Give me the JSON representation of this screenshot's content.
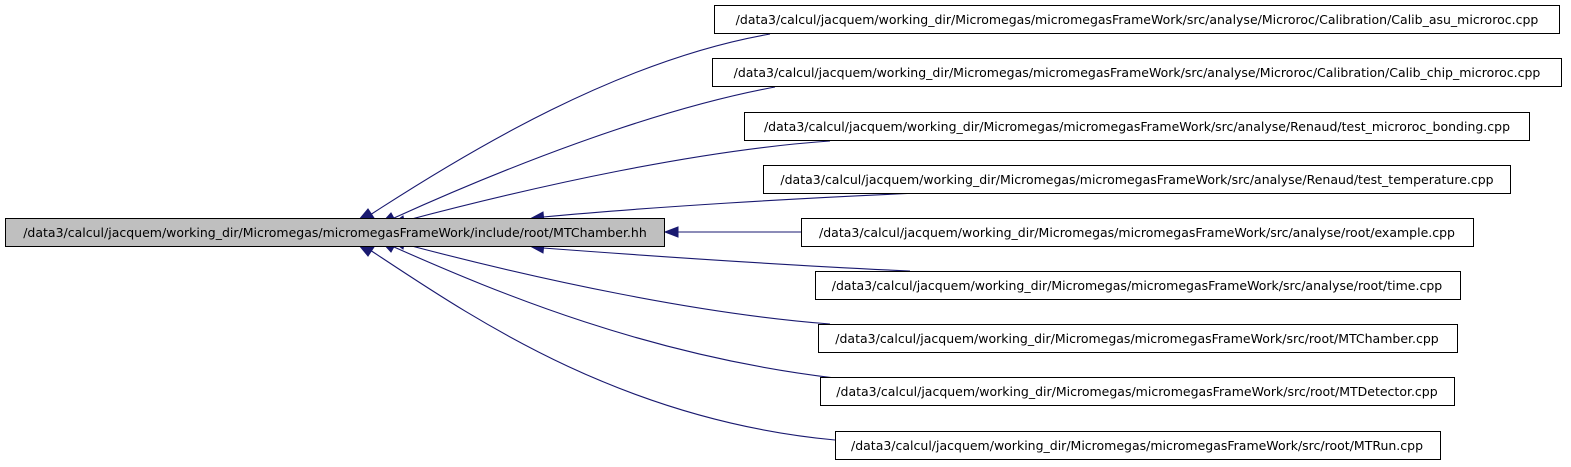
{
  "graph": {
    "root": {
      "label": "/data3/calcul/jacquem/working_dir/Micromegas/micromegasFrameWork/include/root/MTChamber.hh",
      "fill": "#bfbfbf"
    },
    "nodes": [
      {
        "label": "/data3/calcul/jacquem/working_dir/Micromegas/micromegasFrameWork/src/analyse/Microroc/Calibration/Calib_asu_microroc.cpp"
      },
      {
        "label": "/data3/calcul/jacquem/working_dir/Micromegas/micromegasFrameWork/src/analyse/Microroc/Calibration/Calib_chip_microroc.cpp"
      },
      {
        "label": "/data3/calcul/jacquem/working_dir/Micromegas/micromegasFrameWork/src/analyse/Renaud/test_microroc_bonding.cpp"
      },
      {
        "label": "/data3/calcul/jacquem/working_dir/Micromegas/micromegasFrameWork/src/analyse/Renaud/test_temperature.cpp"
      },
      {
        "label": "/data3/calcul/jacquem/working_dir/Micromegas/micromegasFrameWork/src/analyse/root/example.cpp"
      },
      {
        "label": "/data3/calcul/jacquem/working_dir/Micromegas/micromegasFrameWork/src/analyse/root/time.cpp"
      },
      {
        "label": "/data3/calcul/jacquem/working_dir/Micromegas/micromegasFrameWork/src/root/MTChamber.cpp"
      },
      {
        "label": "/data3/calcul/jacquem/working_dir/Micromegas/micromegasFrameWork/src/root/MTDetector.cpp"
      },
      {
        "label": "/data3/calcul/jacquem/working_dir/Micromegas/micromegasFrameWork/src/root/MTRun.cpp"
      }
    ],
    "colors": {
      "edge": "#191970",
      "node_fill": "#ffffff",
      "node_border": "#000000"
    }
  }
}
